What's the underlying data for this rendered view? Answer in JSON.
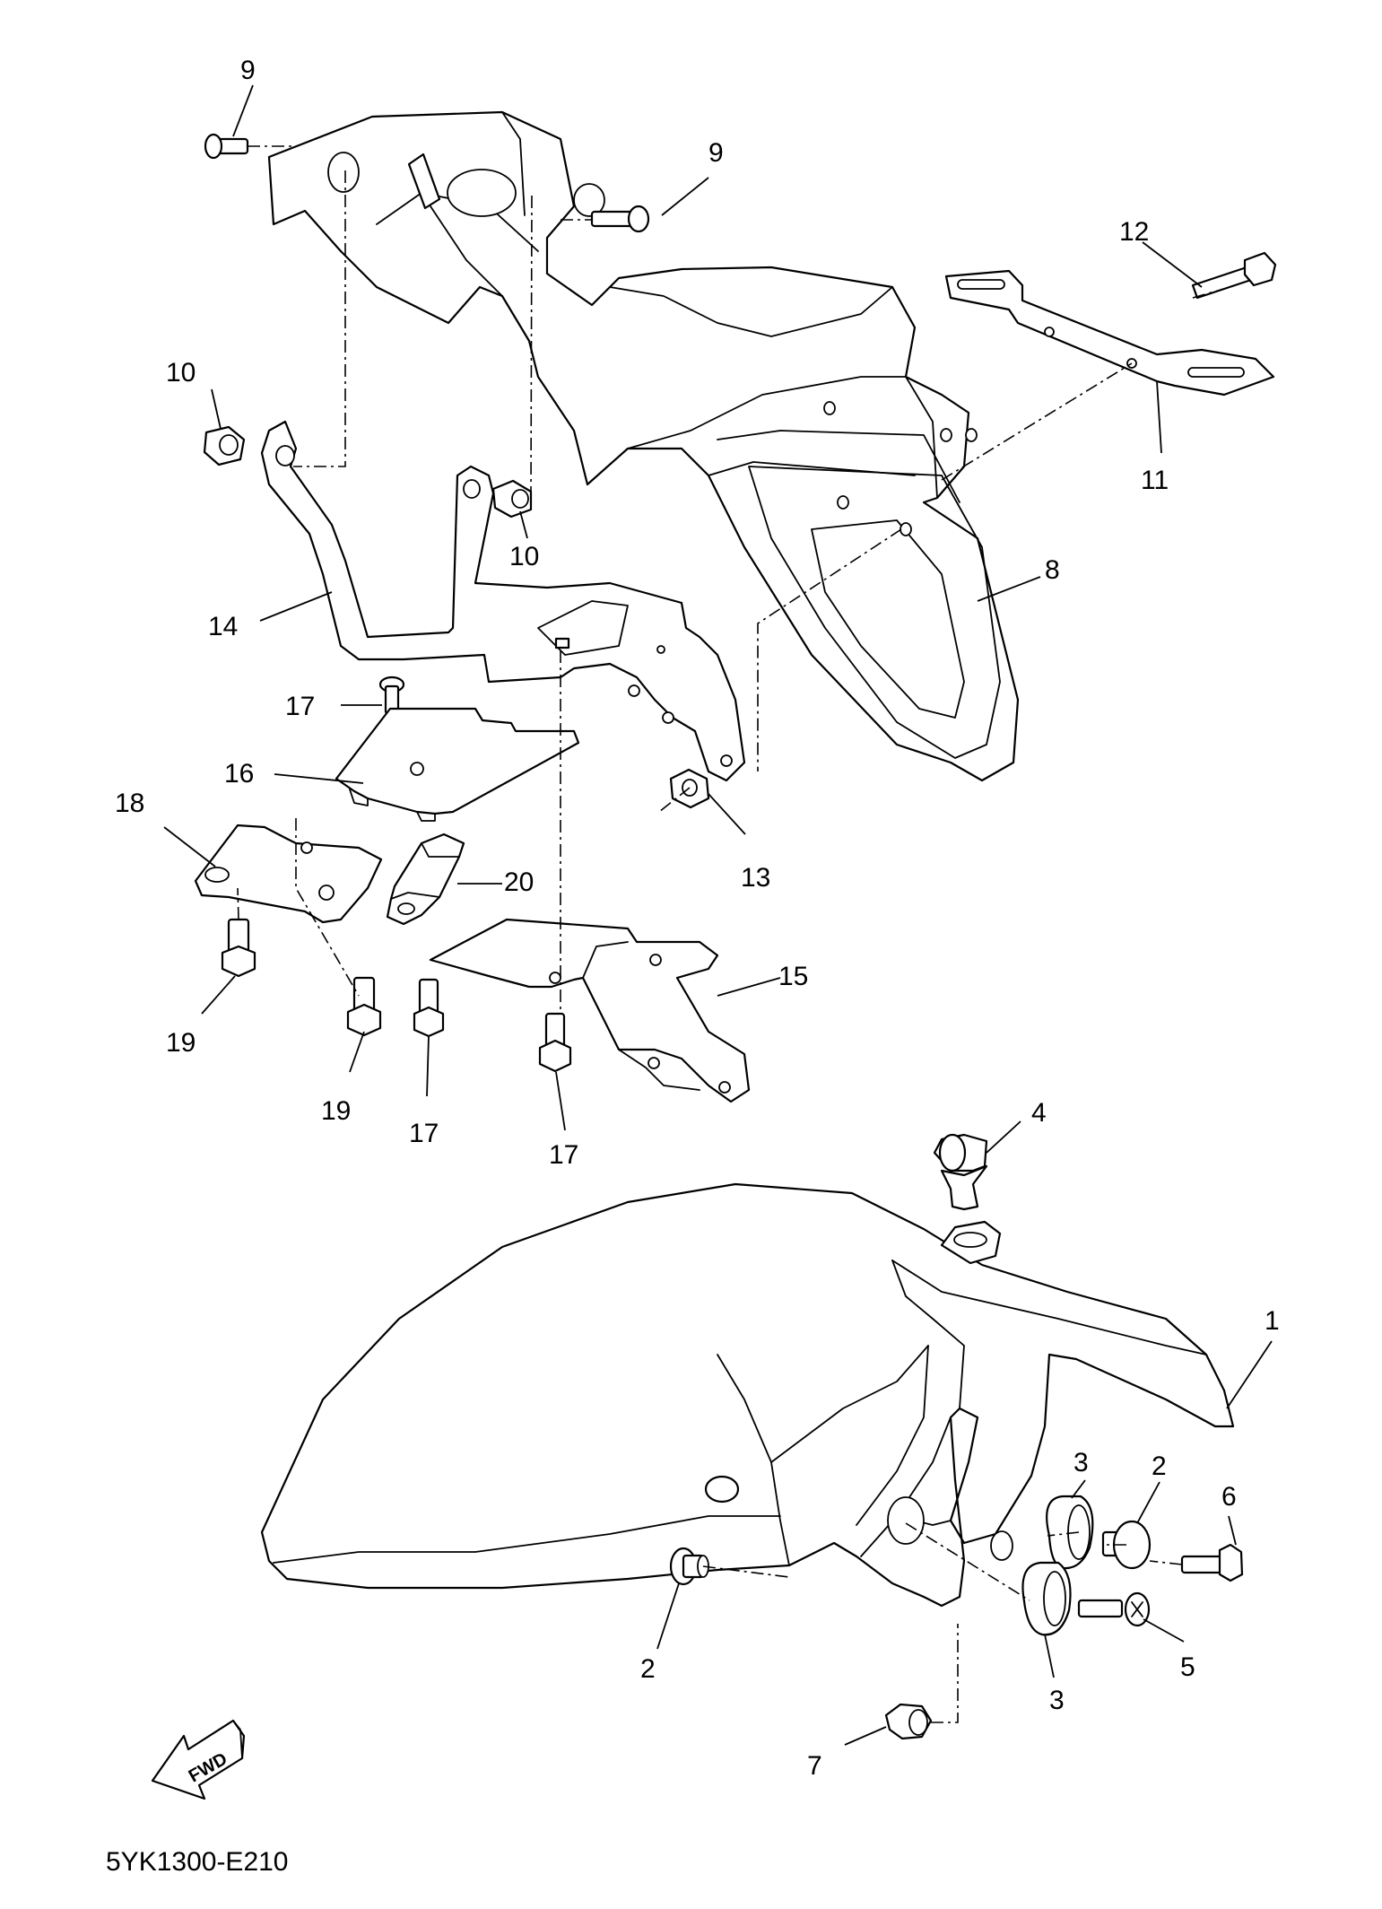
{
  "diagram_code": "5YK1300-E210",
  "fwd_label": "FWD",
  "callouts": {
    "c9a": "9",
    "c9b": "9",
    "c10a": "10",
    "c10b": "10",
    "c11": "11",
    "c12": "12",
    "c8": "8",
    "c14": "14",
    "c17a": "17",
    "c16": "16",
    "c18": "18",
    "c20": "20",
    "c13": "13",
    "c15": "15",
    "c19a": "19",
    "c19b": "19",
    "c17b": "17",
    "c17c": "17",
    "c4": "4",
    "c1": "1",
    "c3a": "3",
    "c2a": "2",
    "c6": "6",
    "c2b": "2",
    "c5": "5",
    "c3b": "3",
    "c7": "7"
  }
}
